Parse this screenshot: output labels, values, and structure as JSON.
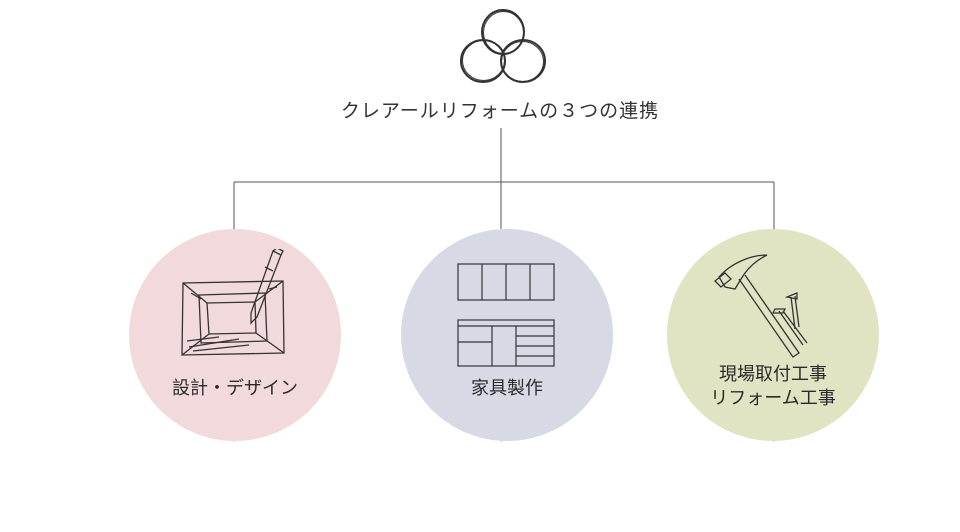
{
  "diagram": {
    "title": "クレアールリフォームの３つの連携",
    "nodes": [
      {
        "id": "design",
        "label": "設計・デザイン",
        "icon": "tablet-pencil-icon",
        "color": "#f2dadc"
      },
      {
        "id": "furniture",
        "label": "家具製作",
        "icon": "cabinet-icon",
        "color": "#d7dae5"
      },
      {
        "id": "construction",
        "label_line1": "現場取付工事",
        "label_line2": "リフォーム工事",
        "icon": "hammer-nails-icon",
        "color": "#e1e4c3"
      }
    ]
  }
}
